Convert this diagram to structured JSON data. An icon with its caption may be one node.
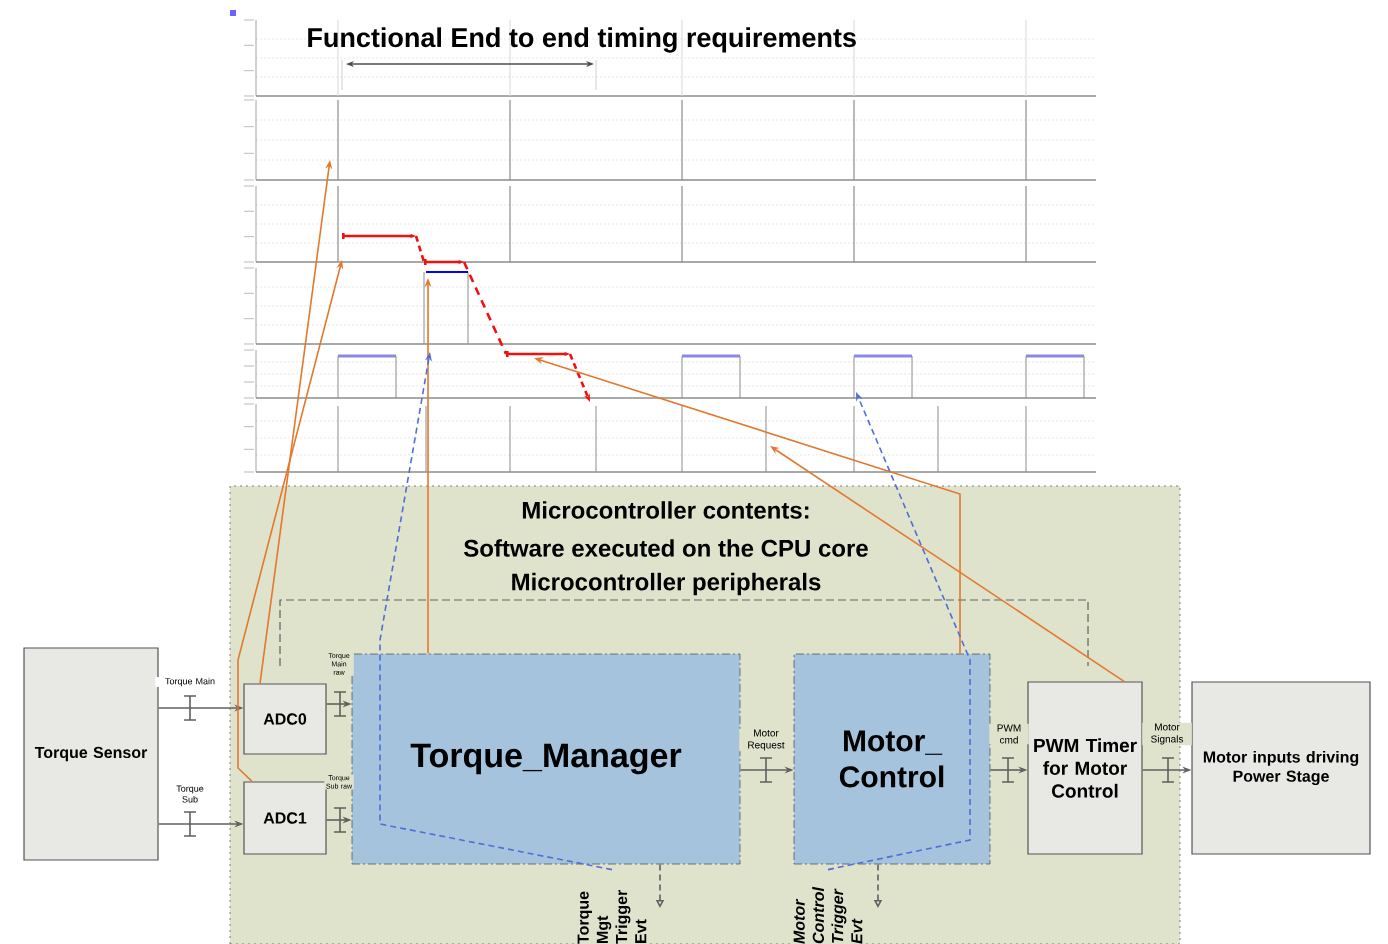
{
  "diagram": {
    "nodes": [
      {
        "text": [
          "Microcontroller contents:",
          "Software executed on the CPU core",
          "Microcontroller peripherals"
        ]
      },
      {
        "text": [
          "Torque Sensor"
        ]
      },
      {
        "text": [
          "ADC0"
        ],
        "in": 0
      },
      {
        "text": [
          "ADC1"
        ],
        "in": 0
      },
      {
        "text": [
          "Torque_Manager"
        ],
        "in": 0
      },
      {
        "text": [
          "Motor_ Control"
        ],
        "in": 0
      },
      {
        "text": [
          "PWM Timer for Motor Control"
        ],
        "in": 0
      },
      {
        "text": [
          "Motor inputs driving Power Stage"
        ]
      },
      {
        "text": [
          "Torque Mgt Trigger Evt"
        ],
        "in": 0
      },
      {
        "text": [
          "Motor Control Trigger Evt"
        ],
        "in": 0
      }
    ],
    "edges": [
      {
        "from": 1,
        "to": 2,
        "arrow": "to",
        "label": "Torque Main"
      },
      {
        "from": 1,
        "to": 3,
        "arrow": "to",
        "label": "Torque Sub"
      },
      {
        "from": 2,
        "to": 4,
        "arrow": "to",
        "label": "Torque Main raw"
      },
      {
        "from": 3,
        "to": 4,
        "arrow": "to",
        "label": "Torque Sub raw"
      },
      {
        "from": 4,
        "to": 5,
        "arrow": "to",
        "label": "Motor Request"
      },
      {
        "from": 5,
        "to": 6,
        "arrow": "to",
        "label": "PWM cmd"
      },
      {
        "from": 6,
        "to": 7,
        "arrow": "to",
        "label": "Motor Signals"
      },
      {
        "from": 4,
        "to": 8,
        "arrow": "to",
        "style": "dashed"
      },
      {
        "from": 5,
        "to": 9,
        "arrow": "to",
        "style": "dashed"
      },
      {
        "from": 2,
        "to": null,
        "arrow": "to",
        "color": "#e2792f"
      },
      {
        "from": 3,
        "to": null,
        "arrow": "to",
        "color": "#e2792f"
      },
      {
        "from": 4,
        "to": null,
        "arrow": "to",
        "color": "#e2792f"
      },
      {
        "from": 5,
        "to": null,
        "arrow": "to",
        "color": "#e2792f"
      },
      {
        "from": 6,
        "to": null,
        "arrow": "to",
        "color": "#e2792f"
      },
      {
        "from": 8,
        "to": null,
        "arrow": "to",
        "style": "dashed",
        "color": "#4f6fd6"
      },
      {
        "from": 9,
        "to": null,
        "arrow": "to",
        "style": "dashed",
        "color": "#4f6fd6"
      }
    ],
    "labels": [
      "Functional End to end timing requirements"
    ]
  }
}
